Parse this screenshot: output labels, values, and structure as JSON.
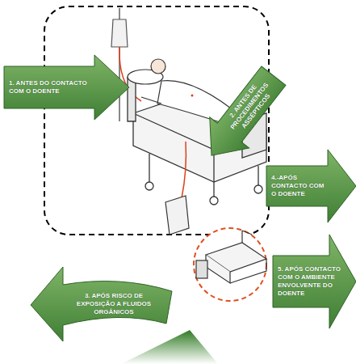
{
  "diagram": {
    "nodes": [
      {
        "text": [
          "1. ANTES DO CONTACTO COM O DOENTE"
        ]
      },
      {
        "text": [
          "2. ANTES DE PROCEDIMENTOS ASSÉPTICOS"
        ]
      },
      {
        "text": [
          "3. APÓS RISCO DE EXPOSIÇÃO A FLUIDOS ORGÂNICOS"
        ]
      },
      {
        "text": [
          "4.-APÓS CONTACTO COM O DOENTE"
        ]
      },
      {
        "text": [
          "5. APÓS CONTACTO COM O AMBIENTE ENVOLVENTE DO DOENTE"
        ]
      }
    ]
  }
}
